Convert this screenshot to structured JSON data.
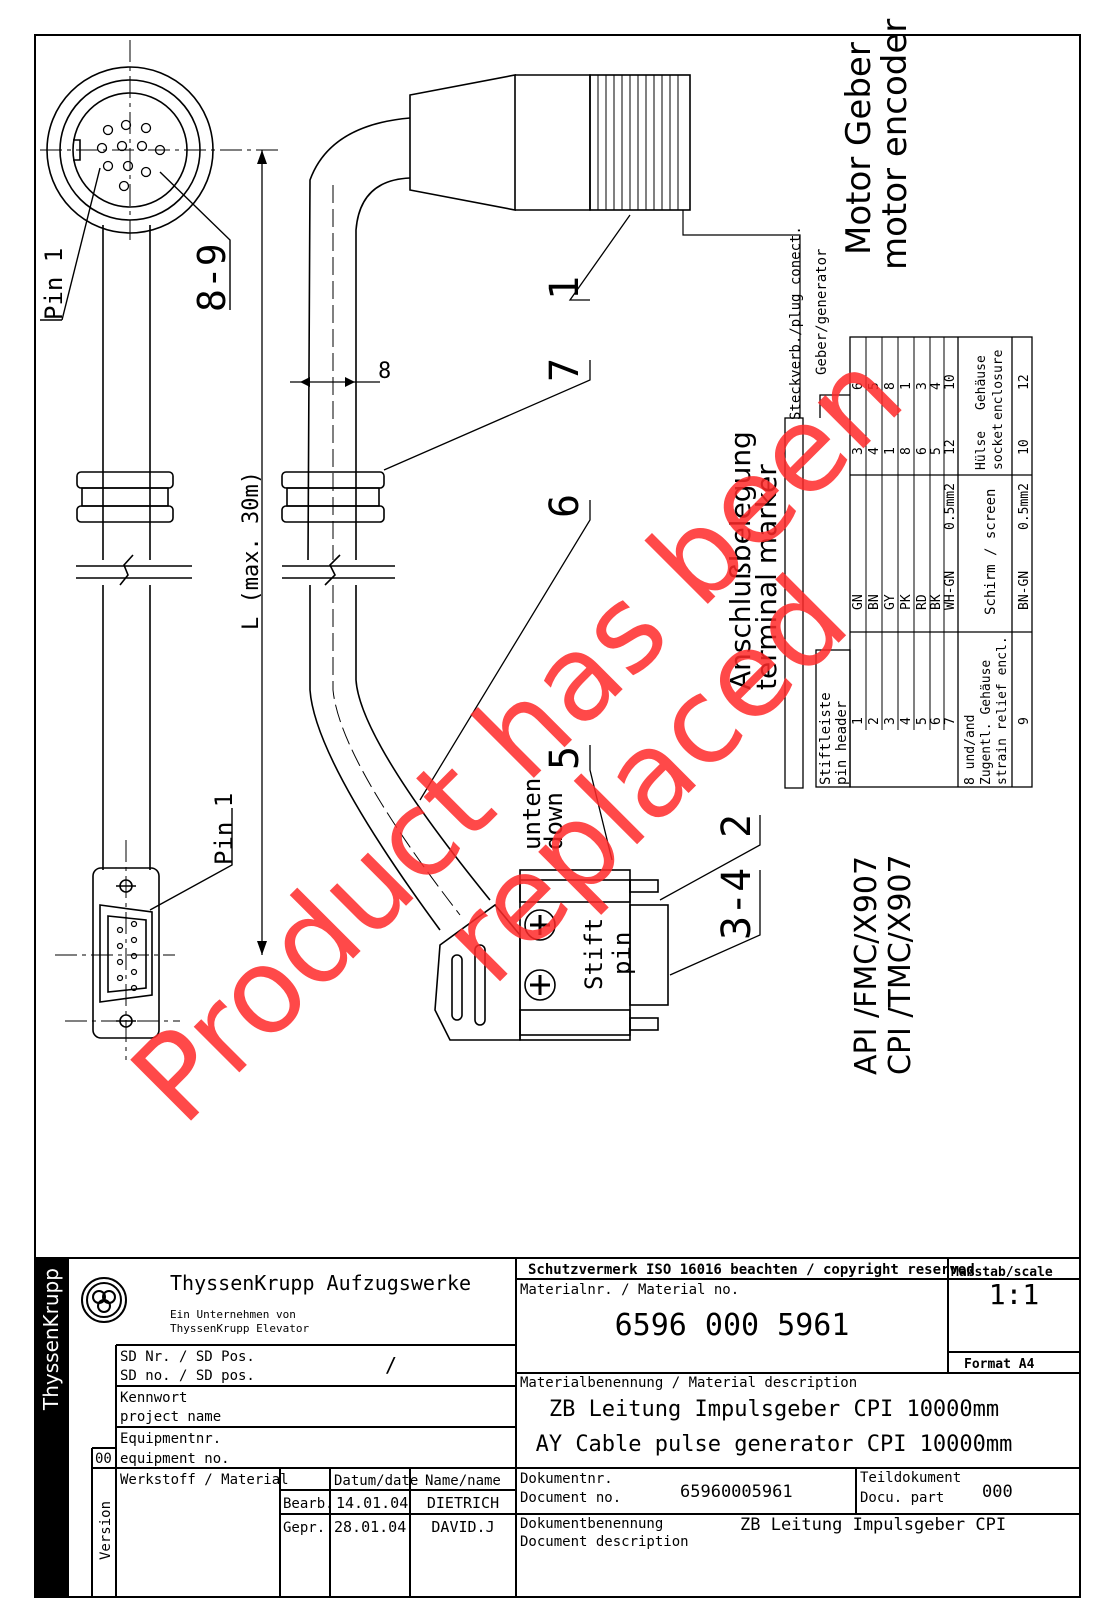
{
  "drawing": {
    "rotated_title": [
      "Motor Geber",
      "motor encoder"
    ],
    "terminal_title": [
      "Anschlußbelegung",
      "terminal marker"
    ],
    "variants": [
      "API /FMC/X907",
      "CPI /TMC/X907"
    ],
    "pin1_top": "Pin 1",
    "pin1_bottom": "Pin 1",
    "dim_89": "8-9",
    "dim_length": "L   (max. 30m)",
    "dim_8": "8",
    "callouts": [
      "1",
      "7",
      "6",
      "5",
      "2",
      "3-4"
    ],
    "down_label": [
      "unten",
      "down"
    ],
    "pin_label": [
      "Stift",
      "pin"
    ],
    "watermark": [
      "Product has been",
      "replaced"
    ]
  },
  "pin_table": {
    "header_plug": "Steckverb./plug conect.",
    "header_encoder": "Geber/generator",
    "header_pinheader": [
      "Stiftleiste",
      "pin header"
    ],
    "strain_label": [
      "8 und/and",
      "Zugentl. Gehäuse",
      "strain relief encl."
    ],
    "screen_label": "Schirm / screen",
    "socket_label": [
      "Hülse",
      "socket"
    ],
    "enclosure_label": [
      "Gehäuse",
      "enclosure"
    ],
    "rows": [
      {
        "pin": "1",
        "wire": "GN",
        "size": "",
        "socket": "3",
        "enclosure": "6"
      },
      {
        "pin": "2",
        "wire": "BN",
        "size": "",
        "socket": "4",
        "enclosure": "5"
      },
      {
        "pin": "3",
        "wire": "GY",
        "size": "",
        "socket": "1",
        "enclosure": "8"
      },
      {
        "pin": "4",
        "wire": "PK",
        "size": "",
        "socket": "8",
        "enclosure": "1"
      },
      {
        "pin": "5",
        "wire": "RD",
        "size": "",
        "socket": "6",
        "enclosure": "3"
      },
      {
        "pin": "6",
        "wire": "BK",
        "size": "",
        "socket": "5",
        "enclosure": "4"
      },
      {
        "pin": "7",
        "wire": "WH-GN",
        "size": "0.5mm2",
        "socket": "12",
        "enclosure": "10"
      },
      {
        "pin": "9",
        "wire": "BN-GN",
        "size": "0.5mm2",
        "socket": "10",
        "enclosure": "12"
      }
    ]
  },
  "title_block": {
    "side_brand": "ThyssenKrupp",
    "company": "ThyssenKrupp Aufzugswerke",
    "company_sub1": "Ein Unternehmen von",
    "company_sub2": "ThyssenKrupp Elevator",
    "copyright": "Schutzvermerk ISO 16016 beachten / copyright reserved",
    "scale_label": "Maßstab/scale",
    "scale_value": "1:1",
    "format": "Format A4",
    "material_no_label": "Materialnr. / Material no.",
    "material_no": "6596 000 5961",
    "material_desc_label": "Materialbenennung / Material description",
    "material_desc_de": "ZB Leitung Impulsgeber CPI 10000mm",
    "material_desc_en": "AY Cable pulse generator CPI 10000mm",
    "sd_label1": "SD Nr. / SD Pos.",
    "sd_label2": "SD no. / SD pos.",
    "sd_value": "/",
    "keyword_label1": "Kennwort",
    "keyword_label2": "project name",
    "equip_label1": "Equipmentnr.",
    "equip_label2": "equipment no.",
    "version_label": "Version",
    "version_value": "00",
    "werkstoff": "Werkstoff / Material",
    "datum_label": "Datum/date",
    "name_label": "Name/name",
    "bearb_label": "Bearb.",
    "bearb_date": "14.01.04",
    "bearb_name": "DIETRICH",
    "gepr_label": "Gepr.",
    "gepr_date": "28.01.04",
    "gepr_name": "DAVID.J",
    "doc_no_label1": "Dokumentnr.",
    "doc_no_label2": "Document no.",
    "doc_no": "65960005961",
    "doc_part_label1": "Teildokument",
    "doc_part_label2": "Docu. part",
    "doc_part": "000",
    "doc_desc_label1": "Dokumentbenennung",
    "doc_desc_label2": "Document description",
    "doc_desc": "ZB Leitung Impulsgeber CPI"
  },
  "colors": {
    "watermark": "#ff2a2a",
    "ink": "#000000"
  }
}
